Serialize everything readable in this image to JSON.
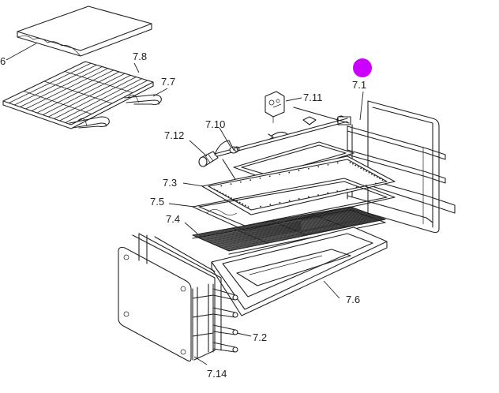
{
  "labels": {
    "l76_top": "6",
    "l78": "7.8",
    "l77": "7.7",
    "l71": "7.1",
    "l711": "7.11",
    "l710": "7.10",
    "l712": "7.12",
    "l73": "7.3",
    "l75": "7.5",
    "l74": "7.4",
    "l76": "7.6",
    "l72": "7.2",
    "l714": "7.14"
  },
  "colors": {
    "marker": "#cc00ff",
    "line": "#222222"
  }
}
